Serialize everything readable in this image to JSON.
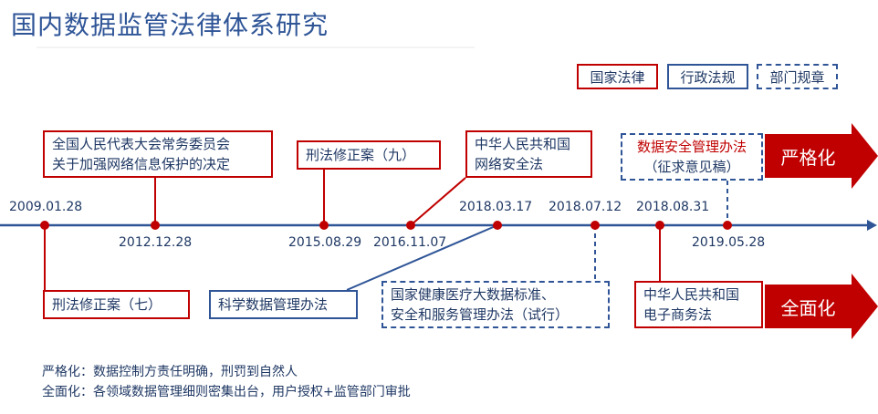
{
  "title": "国内数据监管法律体系研究",
  "legend": {
    "national_law": "国家法律",
    "admin_regulation": "行政法规",
    "dept_rule": "部门规章"
  },
  "colors": {
    "red": "#c00000",
    "blue": "#2f5597",
    "navy": "#1f3864"
  },
  "dates": {
    "d2009": "2009.01.28",
    "d2012": "2012.12.28",
    "d2015": "2015.08.29",
    "d2016": "2016.11.07",
    "d20180317": "2018.03.17",
    "d20180712": "2018.07.12",
    "d20180831": "2018.08.31",
    "d2019": "2019.05.28"
  },
  "events": {
    "npc_decision": [
      "全国人民代表大会常务委员会",
      "关于加强网络信息保护的决定"
    ],
    "criminal_ix": "刑法修正案（九）",
    "cybersecurity": [
      "中华人民共和国",
      "网络安全法"
    ],
    "data_security": [
      "数据安全管理办法",
      "（征求意见稿）"
    ],
    "criminal_vii": "刑法修正案（七）",
    "science_data": "科学数据管理办法",
    "health_bigdata": [
      "国家健康医疗大数据标准、",
      "安全和服务管理办法（试行）"
    ],
    "ecommerce": [
      "中华人民共和国",
      "电子商务法"
    ]
  },
  "arrows": {
    "strict": "严格化",
    "comprehensive": "全面化"
  },
  "notes": {
    "strict": "严格化：数据控制方责任明确，刑罚到自然人",
    "comprehensive": "全面化：各领域数据管理细则密集出台，用户授权+监管部门审批"
  }
}
